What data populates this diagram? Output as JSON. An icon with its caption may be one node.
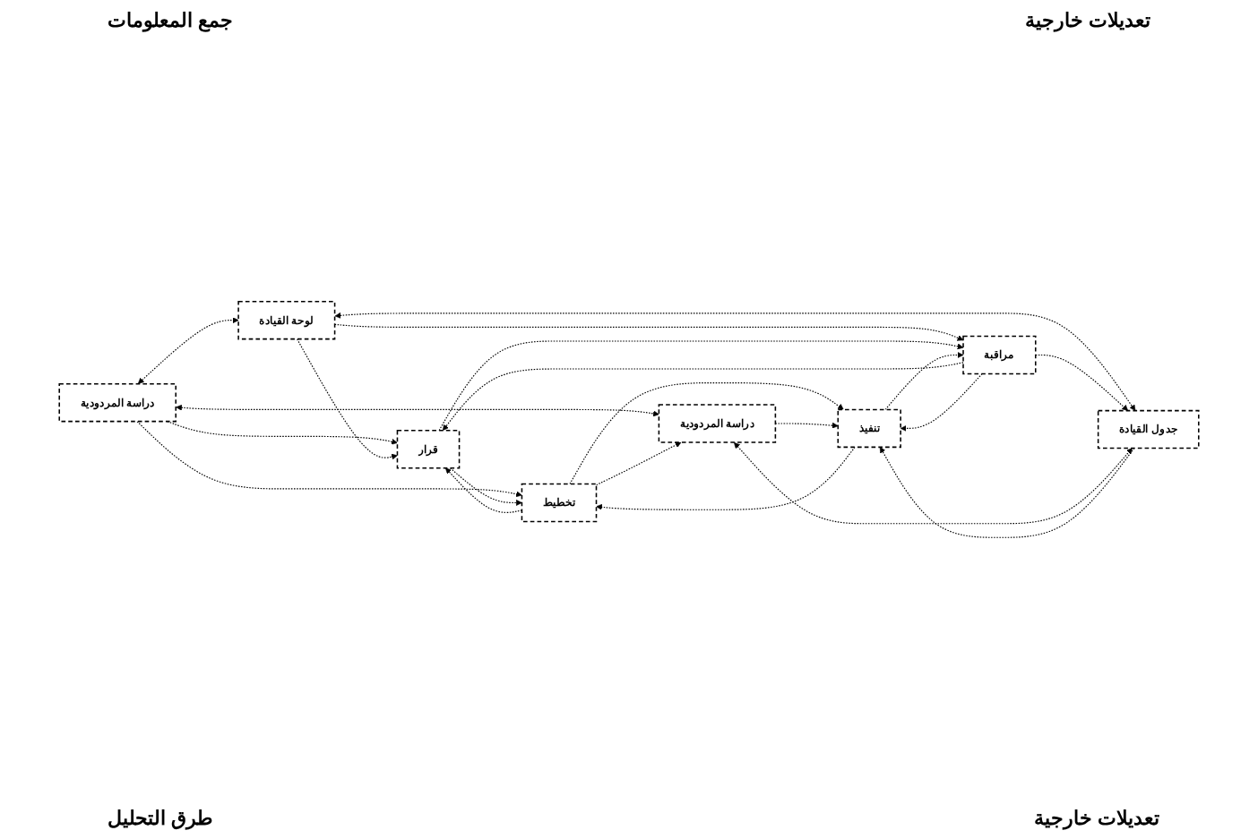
{
  "diagram": {
    "nodes": [
      {
        "text": [
          "دراسة المردودية"
        ]
      },
      {
        "text": [
          "تخطيط"
        ]
      },
      {
        "text": [
          "دراسة المردودية"
        ]
      },
      {
        "text": [
          "قرار"
        ]
      },
      {
        "text": [
          "تنفيذ"
        ]
      },
      {
        "text": [
          "لوحة القيادة"
        ]
      },
      {
        "text": [
          "مراقبة"
        ]
      },
      {
        "text": [
          "جدول القيادة"
        ]
      }
    ],
    "edges": [
      {
        "from": 0,
        "to": 5,
        "arrow": "both",
        "style": "dashed"
      },
      {
        "from": 0,
        "to": 2,
        "arrow": "both",
        "style": "dashed"
      },
      {
        "from": 0,
        "to": 3,
        "arrow": "to",
        "style": "dashed"
      },
      {
        "from": 5,
        "to": 3,
        "arrow": "to",
        "style": "dashed"
      },
      {
        "from": 5,
        "to": 7,
        "arrow": "both",
        "style": "dashed"
      },
      {
        "from": 0,
        "to": 1,
        "arrow": "to",
        "style": "dashed"
      },
      {
        "from": 5,
        "to": 6,
        "arrow": "to",
        "style": "dashed"
      },
      {
        "from": 3,
        "to": 1,
        "arrow": "to",
        "style": "dashed"
      },
      {
        "from": 1,
        "to": 3,
        "arrow": "to",
        "style": "dashed"
      },
      {
        "from": 6,
        "to": 3,
        "arrow": "to",
        "style": "dashed"
      },
      {
        "from": 3,
        "to": 6,
        "arrow": "to",
        "style": "dashed"
      },
      {
        "from": 4,
        "to": 1,
        "arrow": "to",
        "style": "dashed"
      },
      {
        "from": 1,
        "to": 4,
        "arrow": "to",
        "style": "dashed"
      },
      {
        "from": 4,
        "to": 6,
        "arrow": "to",
        "style": "dashed"
      },
      {
        "from": 6,
        "to": 4,
        "arrow": "to",
        "style": "dashed"
      },
      {
        "from": 1,
        "to": 2,
        "arrow": "to",
        "style": "dashed"
      },
      {
        "from": 6,
        "to": 7,
        "arrow": "to",
        "style": "dashed"
      },
      {
        "from": 2,
        "to": 4,
        "arrow": "to",
        "style": "dashed"
      },
      {
        "from": 7,
        "to": 4,
        "arrow": "to",
        "style": "dashed"
      },
      {
        "from": 2,
        "to": 7,
        "arrow": "both",
        "style": "dashed"
      }
    ],
    "labels": [
      "جمع المعلومات",
      "تعديلات خارجية",
      "طرق التحليل",
      "تعديلات خارجية"
    ]
  }
}
